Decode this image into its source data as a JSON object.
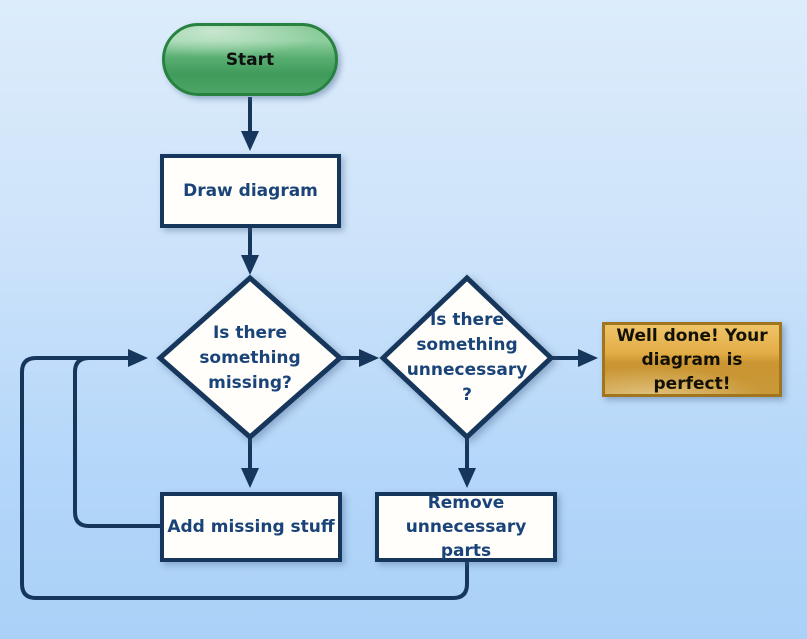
{
  "diagram": {
    "type": "flowchart",
    "nodes": {
      "start": {
        "label": "Start",
        "shape": "terminator"
      },
      "draw_diagram": {
        "label": "Draw diagram",
        "shape": "process"
      },
      "missing_decision": {
        "label": "Is there\nsomething\nmissing?",
        "shape": "decision"
      },
      "unnecessary_decision": {
        "label": "Is there\nsomething\nunnecessary\n?",
        "shape": "decision"
      },
      "well_done": {
        "label": "Well done! Your\ndiagram is perfect!",
        "shape": "result"
      },
      "add_missing": {
        "label": "Add missing stuff",
        "shape": "process"
      },
      "remove_unnecessary": {
        "label": "Remove\nunnecessary parts",
        "shape": "process"
      }
    },
    "edges": [
      {
        "from": "start",
        "to": "draw_diagram"
      },
      {
        "from": "draw_diagram",
        "to": "missing_decision"
      },
      {
        "from": "missing_decision",
        "to": "unnecessary_decision"
      },
      {
        "from": "unnecessary_decision",
        "to": "well_done"
      },
      {
        "from": "missing_decision",
        "to": "add_missing"
      },
      {
        "from": "unnecessary_decision",
        "to": "remove_unnecessary"
      },
      {
        "from": "add_missing",
        "to": "missing_decision"
      },
      {
        "from": "remove_unnecessary",
        "to": "missing_decision"
      }
    ],
    "colors": {
      "line": "#16365c",
      "node_text": "#1a4479",
      "node_fill": "#fffefa",
      "start_green": "#4ca566",
      "start_border": "#27813f",
      "done_gold": "#e3ae48",
      "done_border": "#a0751e",
      "background_top": "#dcecfb",
      "background_bottom": "#aad1f8"
    }
  }
}
